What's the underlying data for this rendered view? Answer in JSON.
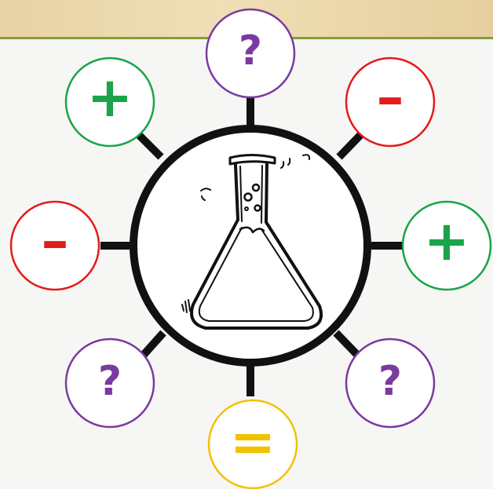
{
  "diagram": {
    "center_icon": "erlenmeyer-flask-icon",
    "colors": {
      "center_ring": "#111111",
      "spoke": "#111111",
      "plus": "#1aa34a",
      "minus": "#e31b1b",
      "question": "#7a3aa0",
      "equals": "#f2c200",
      "background": "#f6f6f4",
      "top_bar": "#e8d3a6",
      "top_line": "#8a9a3a"
    },
    "nodes": [
      {
        "id": "top",
        "symbol": "?",
        "kind": "question"
      },
      {
        "id": "top-right",
        "symbol": "–",
        "kind": "minus"
      },
      {
        "id": "right",
        "symbol": "+",
        "kind": "plus"
      },
      {
        "id": "bottom-right",
        "symbol": "?",
        "kind": "question"
      },
      {
        "id": "bottom",
        "symbol": "=",
        "kind": "equals"
      },
      {
        "id": "bottom-left",
        "symbol": "?",
        "kind": "question"
      },
      {
        "id": "left",
        "symbol": "–",
        "kind": "minus"
      },
      {
        "id": "top-left",
        "symbol": "+",
        "kind": "plus"
      }
    ]
  }
}
